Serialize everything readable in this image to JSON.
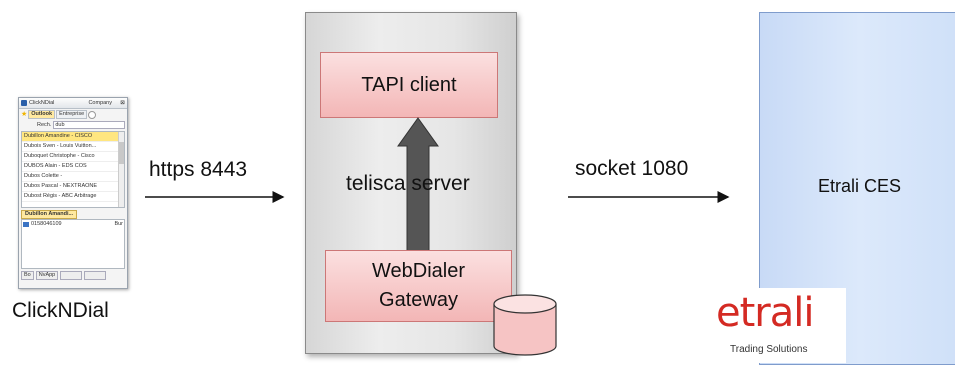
{
  "clickndial_window": {
    "title": "ClickNDial",
    "company": "Company",
    "close": "⊠",
    "tabs": [
      "Outlook",
      "Entreprise"
    ],
    "search_label": "Rech.",
    "search_value": "dub",
    "contacts": [
      "Dubillon Amandine - CISCO",
      "Dubois Sven - Louis Vuitton...",
      "Duboquet Christophe - Cisco",
      "DUBOS Alain - EDS COS",
      "Dubos Colette -",
      "Dubos Pascal - NEXTRAONE",
      "Dubost Régis - ABC Arbitrage"
    ],
    "selected_contact": "Dubillon Amandi...",
    "phone_number": "0158046109",
    "phone_type": "Bur",
    "buttons": [
      "Bo",
      "NvApp"
    ]
  },
  "clickndial_label": "ClickNDial",
  "arrow_https_label": "https 8443",
  "arrow_socket_label": "socket 1080",
  "server": {
    "name": "telisca server",
    "tapi_client": "TAPI client",
    "gateway_line1": "WebDialer",
    "gateway_line2": "Gateway"
  },
  "target_system": "Etrali CES",
  "logo": {
    "word": "etrali",
    "tagline": "Trading Solutions"
  },
  "colors": {
    "component_fill": "#f3b6b6",
    "component_border": "#cc7777",
    "ces_fill": "#dce9fb",
    "logo_red": "#d42a23",
    "arrow_gray": "#555555"
  }
}
